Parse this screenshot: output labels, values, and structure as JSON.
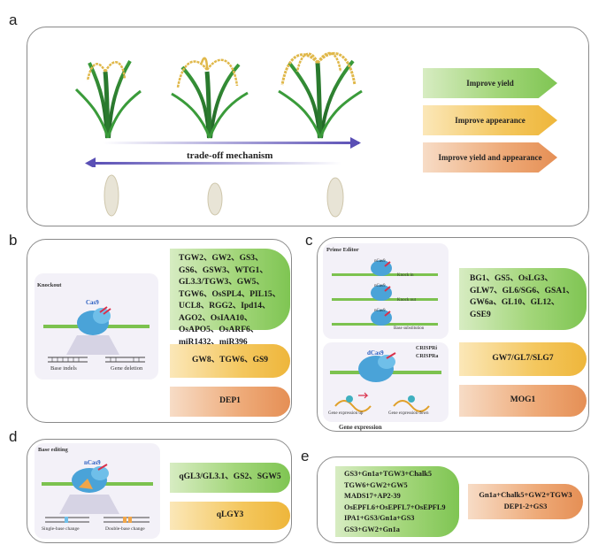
{
  "panels": {
    "a": {
      "label": "a",
      "tradeoff": "trade-off mechanism",
      "arrows": [
        "Improve yield",
        "Improve appearance",
        "Improve yield and appearance"
      ]
    },
    "b": {
      "label": "b",
      "illus_title": "Knockout",
      "enzyme": "Cas9",
      "left_caption": "Base indels",
      "right_caption": "Gene deletion",
      "green": "TGW2、GW2、GS3、GS6、GSW3、WTG1、GL3.3/TGW3、GW5、TGW6、OsSPL4、PIL15、UCL8、RGG2、Ipd14、AGO2、OsIAA10、OsAPO5、OsARF6、miR1432、miR396",
      "yellow": "GW8、TGW6、GS9",
      "orange": "DEP1"
    },
    "c": {
      "label": "c",
      "prime_title": "Prime Editor",
      "nick": "nCas9",
      "knock_in": "Knock in",
      "knock_out": "Knock out",
      "base_sub": "Base substitution",
      "dcas": "dCas9",
      "crispri": "CRISPRi",
      "crispra": "CRISPRa",
      "expr_up": "Gene expression up",
      "expr_down": "Gene expression down",
      "expr_title": "Gene expression",
      "green": "BG1、GS5、OsLG3、GLW7、GL6/SG6、GSA1、GW6a、GL10、GL12、GSE9",
      "yellow": "GW7/GL7/SLG7",
      "orange": "MOG1"
    },
    "d": {
      "label": "d",
      "illus_title": "Base editing",
      "enzyme": "nCas9",
      "left_caption": "Single-base change",
      "right_caption": "Double-base change",
      "green": "qGL3/GL3.1、GS2、SGW5",
      "yellow": "qLGY3"
    },
    "e": {
      "label": "e",
      "green_lines": [
        "GS3+Gn1a+TGW3+Chalk5",
        "TGW6+GW2+GW5",
        "MADS17+AP2-39",
        "OsEPFL6+OsEPFL7+OsEPFL9",
        "IPA1+GS3/Gn1a+GS3",
        "GS3+GW2+Gn1a"
      ],
      "orange_lines": [
        "Gn1a+Chalk5+GW2+TGW3",
        "DEP1-2+GS3"
      ]
    }
  },
  "colors": {
    "green": "#8dcb63",
    "yellow": "#f1c04d",
    "orange": "#e99a62",
    "blue_arrow": "#5a4fb5",
    "border": "#8a8a8a"
  }
}
